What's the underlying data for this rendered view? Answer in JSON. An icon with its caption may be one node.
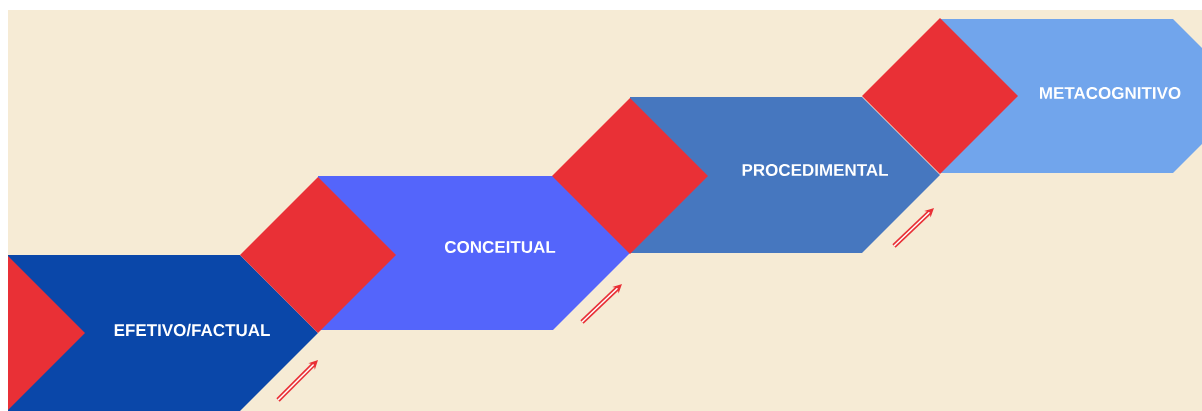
{
  "diagram": {
    "nodes": [
      {
        "text": [
          "EFETIVO/FACTUAL"
        ]
      },
      {
        "text": [],
        "shape": "triangle",
        "in": 0
      },
      {
        "text": [],
        "shape": "diamond"
      },
      {
        "text": [
          "CONCEITUAL"
        ]
      },
      {
        "text": [],
        "shape": "diamond"
      },
      {
        "text": [
          "PROCEDIMENTAL"
        ]
      },
      {
        "text": [],
        "shape": "diamond"
      },
      {
        "text": [
          "METACOGNITIVO"
        ]
      }
    ]
  }
}
